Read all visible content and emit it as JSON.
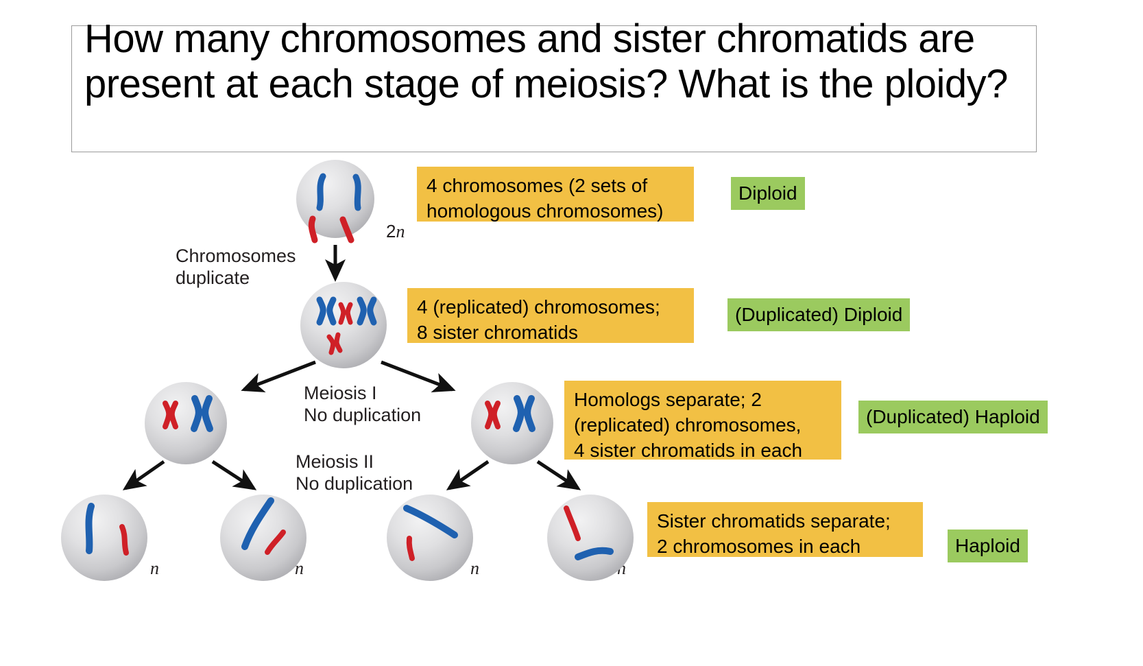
{
  "slide": {
    "title": "How many chromosomes and sister chromatids are present at each stage of meiosis? What is the ploidy?",
    "background_color": "#ffffff",
    "callout_color": "#f2c044",
    "ploidy_tag_color": "#9bca5f"
  },
  "diagram": {
    "labels": {
      "chromosomes_duplicate": "Chromosomes\nduplicate",
      "meiosis_one": "Meiosis I\nNo duplication",
      "meiosis_two": "Meiosis II\nNo duplication"
    },
    "ploidy_marks": {
      "parent": "2n",
      "parent_num": "2",
      "parent_n": "n",
      "daughter": "n"
    },
    "cells": [
      {
        "id": "parent-cell",
        "stage": "before duplication",
        "chromosomes": 4,
        "sister_chromatids": 0,
        "ploidy_mark": "2n"
      },
      {
        "id": "duplicated-cell",
        "stage": "after duplication",
        "chromosomes": 4,
        "sister_chromatids": 8,
        "ploidy_mark": "2n"
      },
      {
        "id": "meiosis-i-left-cell",
        "stage": "after meiosis I",
        "chromosomes": 2,
        "sister_chromatids": 4,
        "ploidy_mark": "n"
      },
      {
        "id": "meiosis-i-right-cell",
        "stage": "after meiosis I",
        "chromosomes": 2,
        "sister_chromatids": 4,
        "ploidy_mark": "n"
      },
      {
        "id": "gamete-1",
        "stage": "after meiosis II",
        "chromosomes": 2,
        "sister_chromatids": 0,
        "ploidy_mark": "n"
      },
      {
        "id": "gamete-2",
        "stage": "after meiosis II",
        "chromosomes": 2,
        "sister_chromatids": 0,
        "ploidy_mark": "n"
      },
      {
        "id": "gamete-3",
        "stage": "after meiosis II",
        "chromosomes": 2,
        "sister_chromatids": 0,
        "ploidy_mark": "n"
      },
      {
        "id": "gamete-4",
        "stage": "after meiosis II",
        "chromosomes": 2,
        "sister_chromatids": 0,
        "ploidy_mark": "n"
      }
    ]
  },
  "annotations": [
    {
      "callout": "4 chromosomes (2 sets of\nhomologous chromosomes)",
      "ploidy": "Diploid"
    },
    {
      "callout": "4 (replicated) chromosomes;\n8 sister chromatids",
      "ploidy": "(Duplicated) Diploid"
    },
    {
      "callout": "Homologs separate; 2\n(replicated) chromosomes,\n4 sister chromatids in each",
      "ploidy": "(Duplicated) Haploid"
    },
    {
      "callout": "Sister chromatids separate;\n2 chromosomes in each",
      "ploidy": "Haploid"
    }
  ]
}
